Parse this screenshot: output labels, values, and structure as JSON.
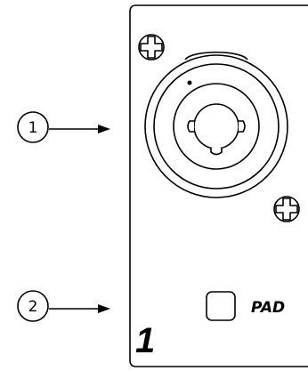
{
  "callouts": [
    {
      "number": "1",
      "target": "xlr-combo-jack"
    },
    {
      "number": "2",
      "target": "pad-switch"
    }
  ],
  "pad_switch": {
    "label": "PAD"
  },
  "channel": {
    "number": "1"
  }
}
